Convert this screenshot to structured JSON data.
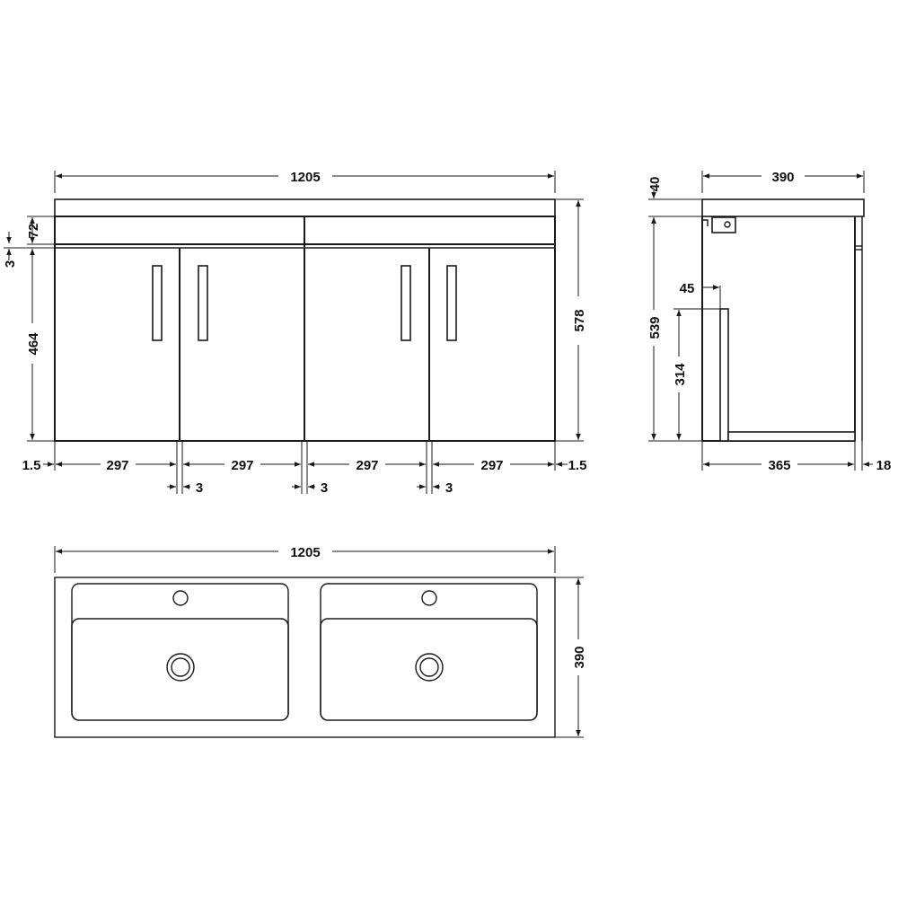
{
  "front_view": {
    "overall_width": "1205",
    "overall_height": "578",
    "drawer_height": "72",
    "gap_height": "3",
    "door_height": "464",
    "door_widths": [
      "297",
      "297",
      "297",
      "297"
    ],
    "door_gaps": [
      "3",
      "3",
      "3"
    ],
    "edge_left": "1.5",
    "edge_right": "1.5"
  },
  "side_view": {
    "overall_depth": "390",
    "top_thickness": "40",
    "body_height": "539",
    "inner_offset": "45",
    "inner_height": "314",
    "cabinet_depth": "365",
    "door_thickness": "18"
  },
  "top_view": {
    "overall_width": "1205",
    "overall_depth": "390"
  },
  "colors": {
    "line": "#1a1a1a",
    "background": "#ffffff"
  }
}
